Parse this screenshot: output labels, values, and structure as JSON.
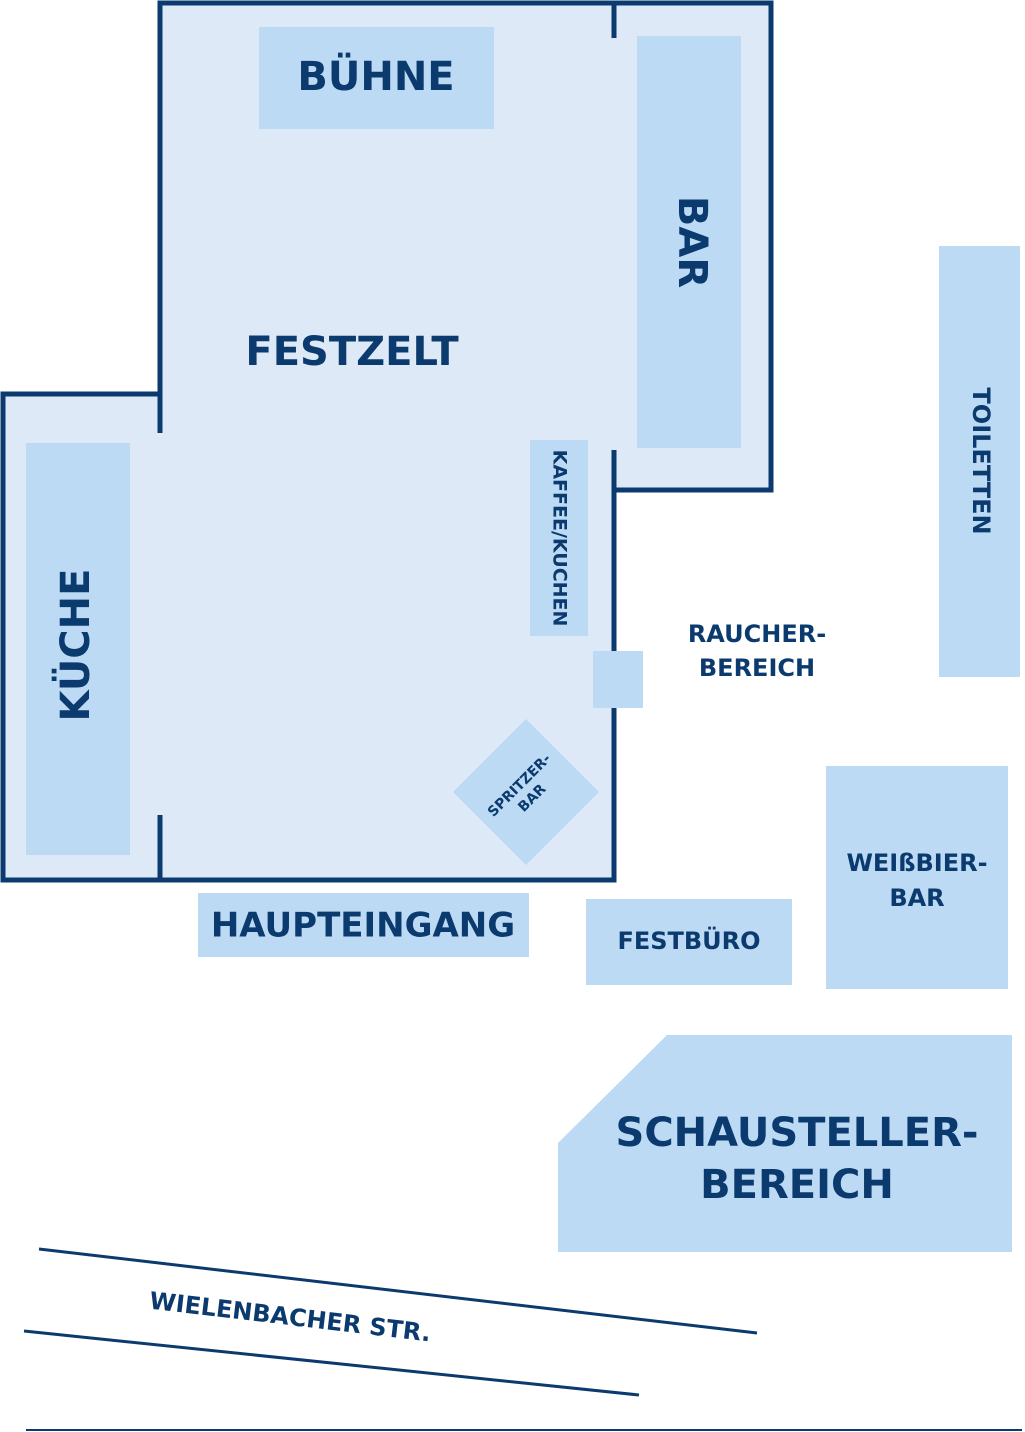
{
  "colors": {
    "background": "#ffffff",
    "tent_fill": "#dde9f6",
    "area_fill": "#bddaf5",
    "line": "#0b3a6e",
    "text": "#0b3a6e"
  },
  "areas": {
    "festzelt": "FESTZELT",
    "buehne": "BÜHNE",
    "bar": "BAR",
    "kueche": "KÜCHE",
    "kaffee_kuchen": "KAFFEE/KUCHEN",
    "spritzer_bar": [
      "SPRITZER-",
      "BAR"
    ],
    "toiletten": "TOILETTEN",
    "raucher_bereich": [
      "RAUCHER-",
      "BEREICH"
    ],
    "weissbier_bar": [
      "WEIßBIER-",
      "BAR"
    ],
    "haupteingang": "HAUPTEINGANG",
    "festbuero": "FESTBÜRO",
    "schausteller_bereich": [
      "SCHAUSTELLER-",
      "BEREICH"
    ]
  },
  "street": {
    "name": "WIELENBACHER STR."
  }
}
